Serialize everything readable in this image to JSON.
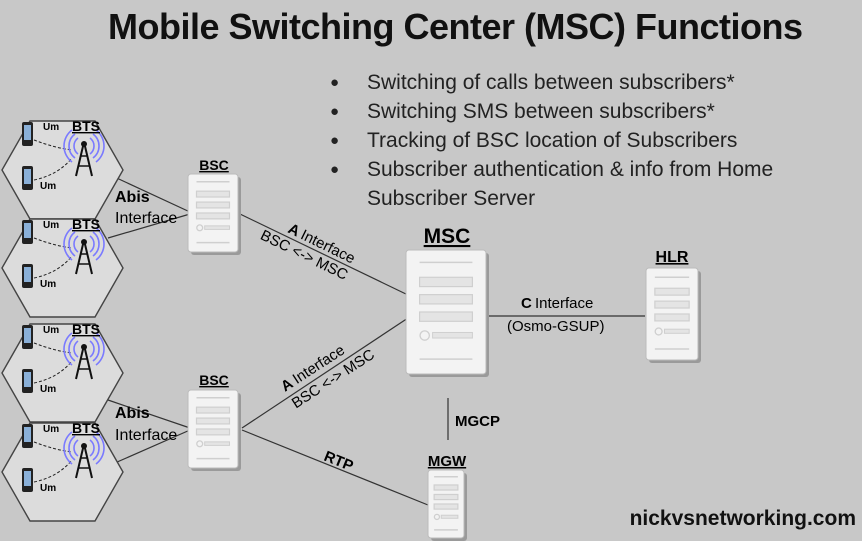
{
  "header": {
    "title": "Mobile Switching Center (MSC) Functions"
  },
  "functions": [
    "Switching of calls between subscribers*",
    "Switching SMS between subscribers*",
    "Tracking of BSC location of Subscribers",
    "Subscriber authentication & info from Home Subscriber Server"
  ],
  "cells": [
    {
      "bts": "BTS",
      "um_top": "Um",
      "um_bottom": "Um"
    },
    {
      "bts": "BTS",
      "um_top": "Um",
      "um_bottom": "Um"
    },
    {
      "bts": "BTS",
      "um_top": "Um",
      "um_bottom": "Um"
    },
    {
      "bts": "BTS",
      "um_top": "Um",
      "um_bottom": "Um"
    }
  ],
  "abis": {
    "bold": "Abis",
    "label": "Interface"
  },
  "nodes": {
    "bsc": "BSC",
    "msc": "MSC",
    "hlr": "HLR",
    "mgw": "MGW"
  },
  "a_interface": {
    "bold": "A",
    "label": "Interface",
    "sub": "BSC <-> MSC"
  },
  "c_interface": {
    "bold": "C",
    "label": "Interface",
    "sub": "(Osmo-GSUP)"
  },
  "links": {
    "mgcp": "MGCP",
    "rtp": "RTP"
  },
  "footer": {
    "site": "nickvsnetworking.com"
  }
}
